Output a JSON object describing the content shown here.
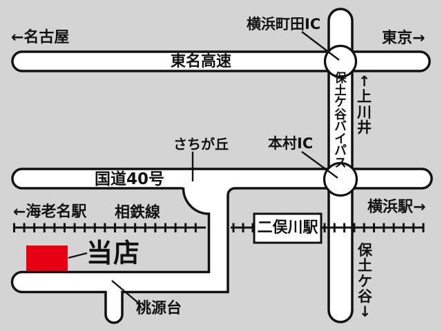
{
  "map": {
    "colors": {
      "background": "#d4d4d4",
      "road_fill": "#ffffff",
      "outline": "#111111",
      "store_marker": "#e60012"
    },
    "highway": {
      "name": "東名高速",
      "direction_left": "←名古屋",
      "direction_right": "東京→",
      "interchange": "横浜町田IC"
    },
    "bypass": {
      "name": "保土ケ谷バイパス",
      "direction_up": "↑上川井",
      "direction_down": "保土ケ谷↓",
      "interchange": "本村IC"
    },
    "route40": {
      "name": "国道40号",
      "junction": "さちが丘"
    },
    "railway": {
      "name": "相鉄線",
      "direction_left": "←海老名駅",
      "direction_right": "横浜駅→",
      "station": "二俣川駅"
    },
    "store": {
      "label": "当店"
    },
    "area": {
      "togendai": "桃源台"
    }
  }
}
